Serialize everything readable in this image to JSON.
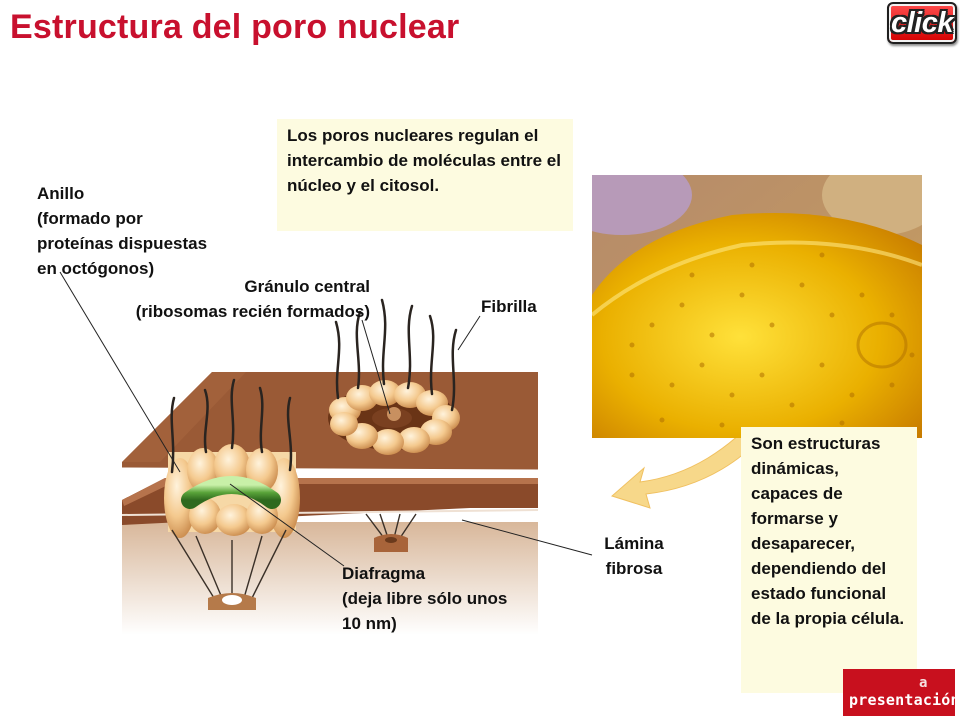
{
  "title": "Estructura del poro nuclear",
  "click_button": "click",
  "callout_top": "Los poros nucleares regulan el intercambio de moléculas entre el núcleo y el citosol.",
  "callout_right": "Son estructuras dinámicas, capaces de formarse y desaparecer, dependiendo del estado funcional de la propia célula.",
  "labels": {
    "anillo": "Anillo\n(formado por\nproteínas dispuestas\nen octógonos)",
    "granulo": "Gránulo central\n(ribosomas recién formados)",
    "fibrilla": "Fibrilla",
    "lamina": "Lámina\nfibrosa",
    "diafragma": "Diafragma\n(deja libre sólo unos\n10 nm)"
  },
  "nav_button": {
    "line1": "a",
    "line2": "presentación"
  },
  "colors": {
    "title": "#c8102e",
    "membrane_top": "#9a5a36",
    "membrane_bottom": "#8a4a2a",
    "ring": "#f0c48a",
    "diaphragm": "#5aa43a",
    "callout_bg": "#fdfbe0",
    "arrow": "#f7d88a",
    "micrograph": "#e0a800"
  }
}
